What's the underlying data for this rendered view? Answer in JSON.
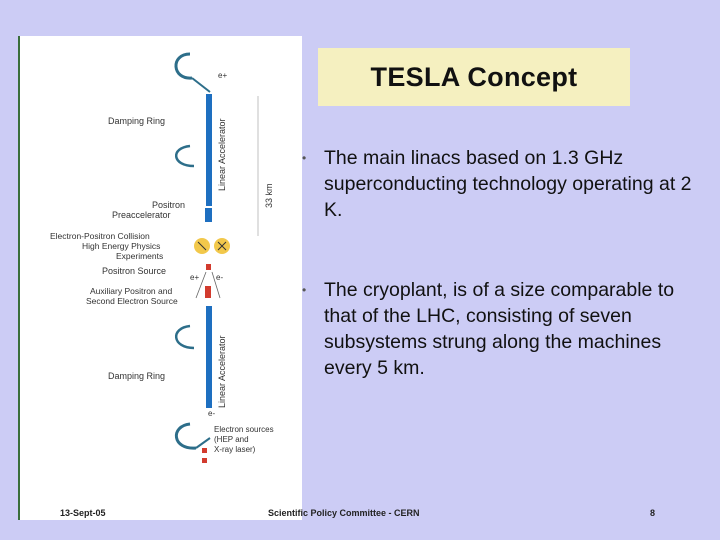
{
  "slide": {
    "title": "TESLA Concept",
    "bullets": [
      "The main linacs based on 1.3 GHz superconducting technology operating at 2 K.",
      "The cryoplant, is of a size comparable to that of the LHC, consisting of seven subsystems strung along the machines every 5 km."
    ],
    "footer": {
      "date": "13-Sept-05",
      "committee": "Scientific Policy Committee - CERN",
      "page": "8"
    }
  },
  "diagram": {
    "labels": {
      "damping_ring_top": "Damping Ring",
      "linac_top": "Linear Accelerator",
      "length": "33 km",
      "positron_preacc_1": "Positron",
      "positron_preacc_2": "Preaccelerator",
      "collision_1": "Electron-Positron Collision",
      "collision_2": "High Energy Physics",
      "collision_3": "Experiments",
      "positron_source": "Positron Source",
      "aux_source_1": "Auxiliary Positron and",
      "aux_source_2": "Second Electron Source",
      "linac_bottom": "Linear Accelerator",
      "damping_ring_bottom": "Damping Ring",
      "electron_source_1": "Electron sources",
      "electron_source_2": "(HEP and",
      "electron_source_3": "X-ray laser)",
      "e_plus_top": "e+",
      "e_plus_mid": "e+",
      "e_minus_mid": "e-",
      "e_minus_bottom": "e-"
    },
    "colors": {
      "linac": "#1e6fc0",
      "ring": "#2d6e8a",
      "experiment": "#f2c84b",
      "source": "#d23b2e",
      "label": "#333333"
    }
  }
}
